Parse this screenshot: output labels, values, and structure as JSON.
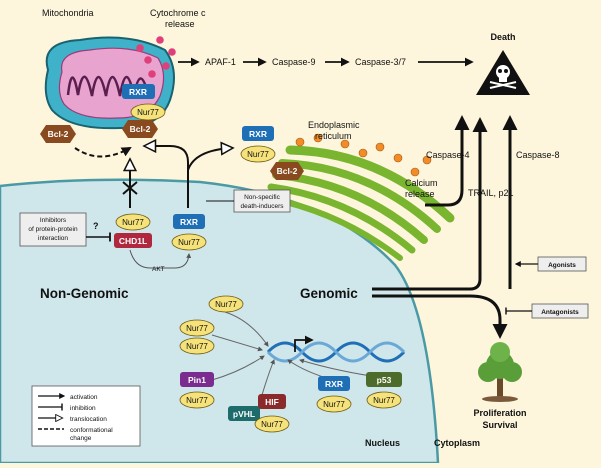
{
  "labels": {
    "mitochondria": "Mitochondria",
    "cytochrome_line1": "Cytochrome c",
    "cytochrome_line2": "release",
    "apaf1": "APAF-1",
    "caspase9": "Caspase-9",
    "caspase37": "Caspase-3/7",
    "death": "Death",
    "er_line1": "Endoplasmic",
    "er_line2": "reticulum",
    "caspase4": "Caspase-4",
    "caspase8": "Caspase-8",
    "calcium_line1": "Calcium",
    "calcium_line2": "release",
    "trail": "TRAIL, p21",
    "nonspecific_line1": "Non-specific",
    "nonspecific_line2": "death-inducers",
    "inhibitors_line1": "Inhibitors",
    "inhibitors_line2": "of protein-protein",
    "inhibitors_line3": "interaction",
    "question": "?",
    "akt": "AKT",
    "non_genomic": "Non-Genomic",
    "genomic": "Genomic",
    "agonists": "Agonists",
    "antagonists": "Antagonists",
    "proliferation": "Proliferation",
    "survival": "Survival",
    "nucleus": "Nucleus",
    "cytoplasm": "Cytoplasm"
  },
  "proteins": {
    "rxr": "RXR",
    "nur77": "Nur77",
    "bcl2": "Bcl-2",
    "chd1l": "CHD1L",
    "pin1": "Pin1",
    "pvhl": "pVHL",
    "hif": "HIF",
    "p53": "p53"
  },
  "legend": {
    "activation": "activation",
    "inhibition": "inhibition",
    "translocation": "translocation",
    "conformational_line1": "conformational",
    "conformational_line2": "change"
  },
  "colors": {
    "cytoplasm": "#fdf6dc",
    "nucleus": "#cfe6ea",
    "nucleus_border": "#4a9aa6",
    "rxr": "#1f6fb7",
    "nur77": "#f6e27a",
    "bcl2": "#8a4a1f",
    "chd1l": "#b0283e",
    "pin1": "#7a2d8f",
    "pvhl": "#1d6b6b",
    "hif": "#8b2a2a",
    "p53": "#4d6b2a",
    "er": "#8cc63f",
    "calcium": "#f28c28",
    "cytochrome": "#e0407a",
    "dna": "#1f6fb7",
    "tree": "#5a9e3a"
  }
}
